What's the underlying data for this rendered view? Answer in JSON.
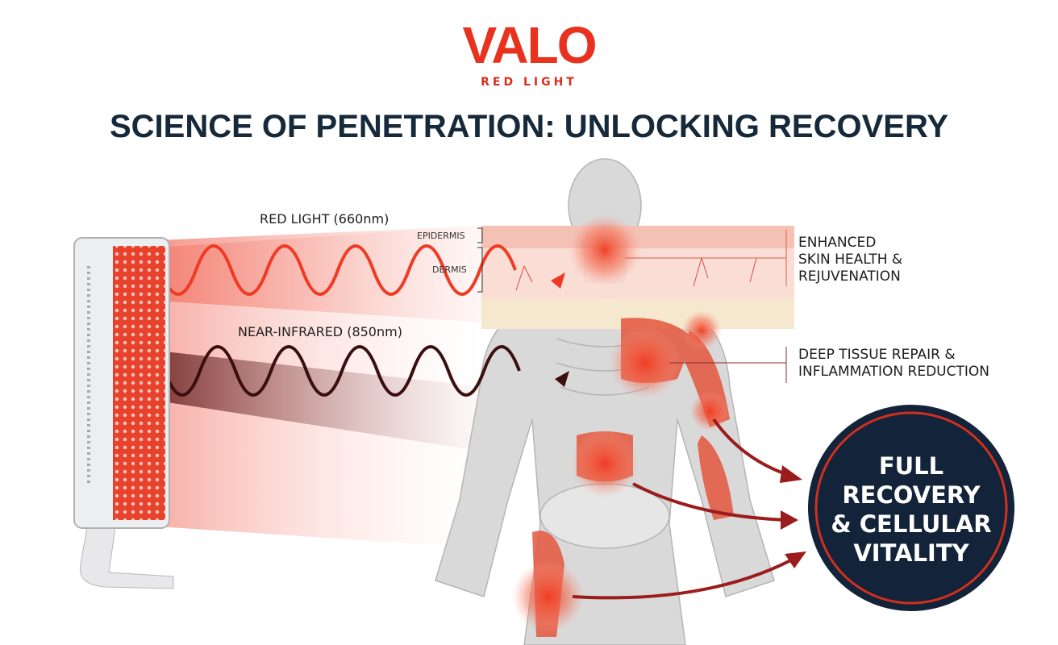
{
  "logo": {
    "brand": "VALO",
    "tagline": "RED LIGHT"
  },
  "title": "SCIENCE OF PENETRATION: UNLOCKING RECOVERY",
  "waves": {
    "red": "RED LIGHT (660nm)",
    "nir": "NEAR-INFRARED (850nm)"
  },
  "skin_layers": {
    "epidermis": "EPIDERMIS",
    "dermis": "DERMIS"
  },
  "benefits": [
    {
      "line1": "ENHANCED",
      "line2": "SKIN HEALTH &",
      "line3": "REJUVENATION"
    },
    {
      "line1": "DEEP TISSUE REPAIR &",
      "line2": "INFLAMMATION REDUCTION"
    }
  ],
  "result": {
    "line1": "FULL",
    "line2": "RECOVERY",
    "line3": "& CELLULAR",
    "line4": "VITALITY"
  },
  "colors": {
    "red": "#e8321e",
    "navy": "#13233a",
    "nir": "#3a0f10"
  }
}
